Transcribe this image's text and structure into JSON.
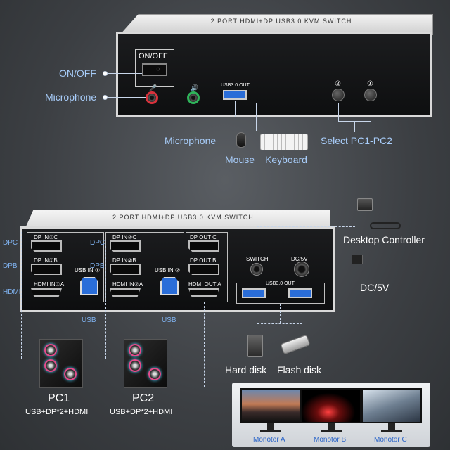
{
  "top_panel": {
    "power_label": "ON/OFF",
    "usb_port_label": "USB3.0 OUT",
    "pc_buttons": [
      "②",
      "①"
    ],
    "header_text": "2 PORT HDMI+DP USB3.0 KVM SWITCH"
  },
  "top_callouts": {
    "on_off": "ON/OFF",
    "microphone_left": "Microphone",
    "microphone_bottom": "Microphone",
    "mouse": "Mouse",
    "keyboard": "Keyboard",
    "select_pc": "Select PC1-PC2"
  },
  "back_panel": {
    "header_text": "2 PORT HDMI+DP USB3.0 KVM SWITCH",
    "pc1": {
      "dp_c": "DP IN①C",
      "dp_b": "DP IN①B",
      "hdmi_a": "HDMI IN①A",
      "usb": "USB IN ①"
    },
    "pc2": {
      "dp_c": "DP IN②C",
      "dp_b": "DP IN②B",
      "hdmi_a": "HDMI IN②A",
      "usb": "USB IN ②"
    },
    "out": {
      "dp_c": "DP OUT C",
      "dp_b": "DP OUT B",
      "hdmi_a": "HDMI OUT A"
    },
    "switch": "SWITCH",
    "dc": "DC/5V",
    "usb_out": "USB3.0 OUT"
  },
  "side_labels": {
    "dpc_left": "DPC",
    "dpb_left": "DPB",
    "hdmi_left": "HDMI",
    "dpc_mid": "DPC",
    "dpb_mid": "DPB",
    "usb_left": "USB",
    "usb_mid": "USB"
  },
  "right_callouts": {
    "desktop_controller": "Desktop Controller",
    "dc": "DC/5V",
    "hard_disk": "Hard disk",
    "flash_disk": "Flash disk"
  },
  "pcs": [
    {
      "name": "PC1",
      "spec": "USB+DP*2+HDMI"
    },
    {
      "name": "PC2",
      "spec": "USB+DP*2+HDMI"
    }
  ],
  "monitors": [
    "Monotor A",
    "Monotor B",
    "Monotor C"
  ],
  "colors": {
    "accent_blue": "#2a6dd8",
    "callout_blue": "#a8cdfa",
    "mic_red": "#d8323c",
    "audio_green": "#2fb35a"
  }
}
